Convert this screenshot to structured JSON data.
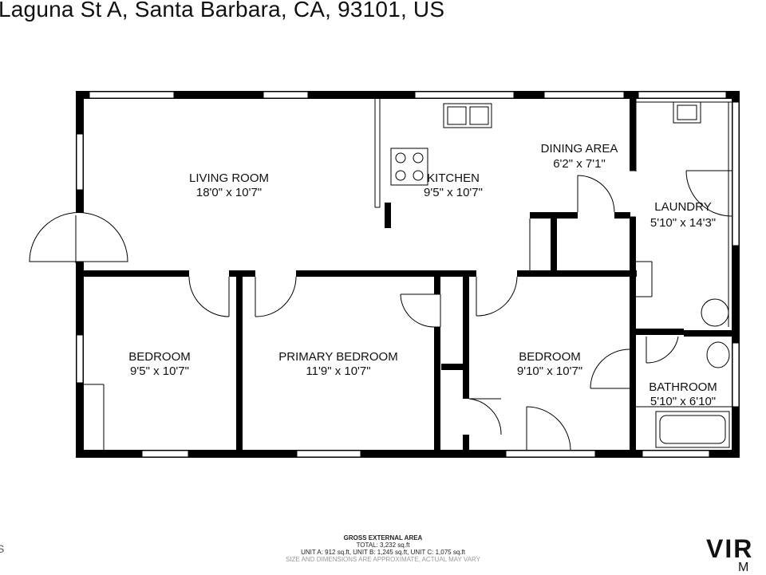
{
  "header": {
    "address": "Laguna St A, Santa Barbara, CA, 93101, US"
  },
  "rooms": [
    {
      "name": "LIVING ROOM",
      "size": "18'0\" x 10'7\""
    },
    {
      "name": "KITCHEN",
      "size": "9'5\" x 10'7\""
    },
    {
      "name": "DINING AREA",
      "size": "6'2\" x 7'1\""
    },
    {
      "name": "LAUNDRY",
      "size": "5'10\" x 14'3\""
    },
    {
      "name": "BEDROOM",
      "size": "9'5\" x 10'7\""
    },
    {
      "name": "PRIMARY BEDROOM",
      "size": "11'9\" x 10'7\""
    },
    {
      "name": "BEDROOM",
      "size": "9'10\" x 10'7\""
    },
    {
      "name": "BATHROOM",
      "size": "5'10\" x 6'10\""
    }
  ],
  "footer": {
    "line1": "GROSS EXTERNAL AREA",
    "line2": "TOTAL: 3,232 sq.ft",
    "line3": "UNIT A: 912 sq.ft, UNIT B: 1,245 sq.ft, UNIT C: 1,075 sq.ft",
    "line4": "SIZE AND DIMENSIONS ARE APPROXIMATE, ACTUAL MAY VARY"
  },
  "brand": {
    "main": "VIR",
    "sub": "M E",
    "edge": "S"
  },
  "colors": {
    "wall": "#000000",
    "window": "#000000",
    "background": "#ffffff"
  }
}
